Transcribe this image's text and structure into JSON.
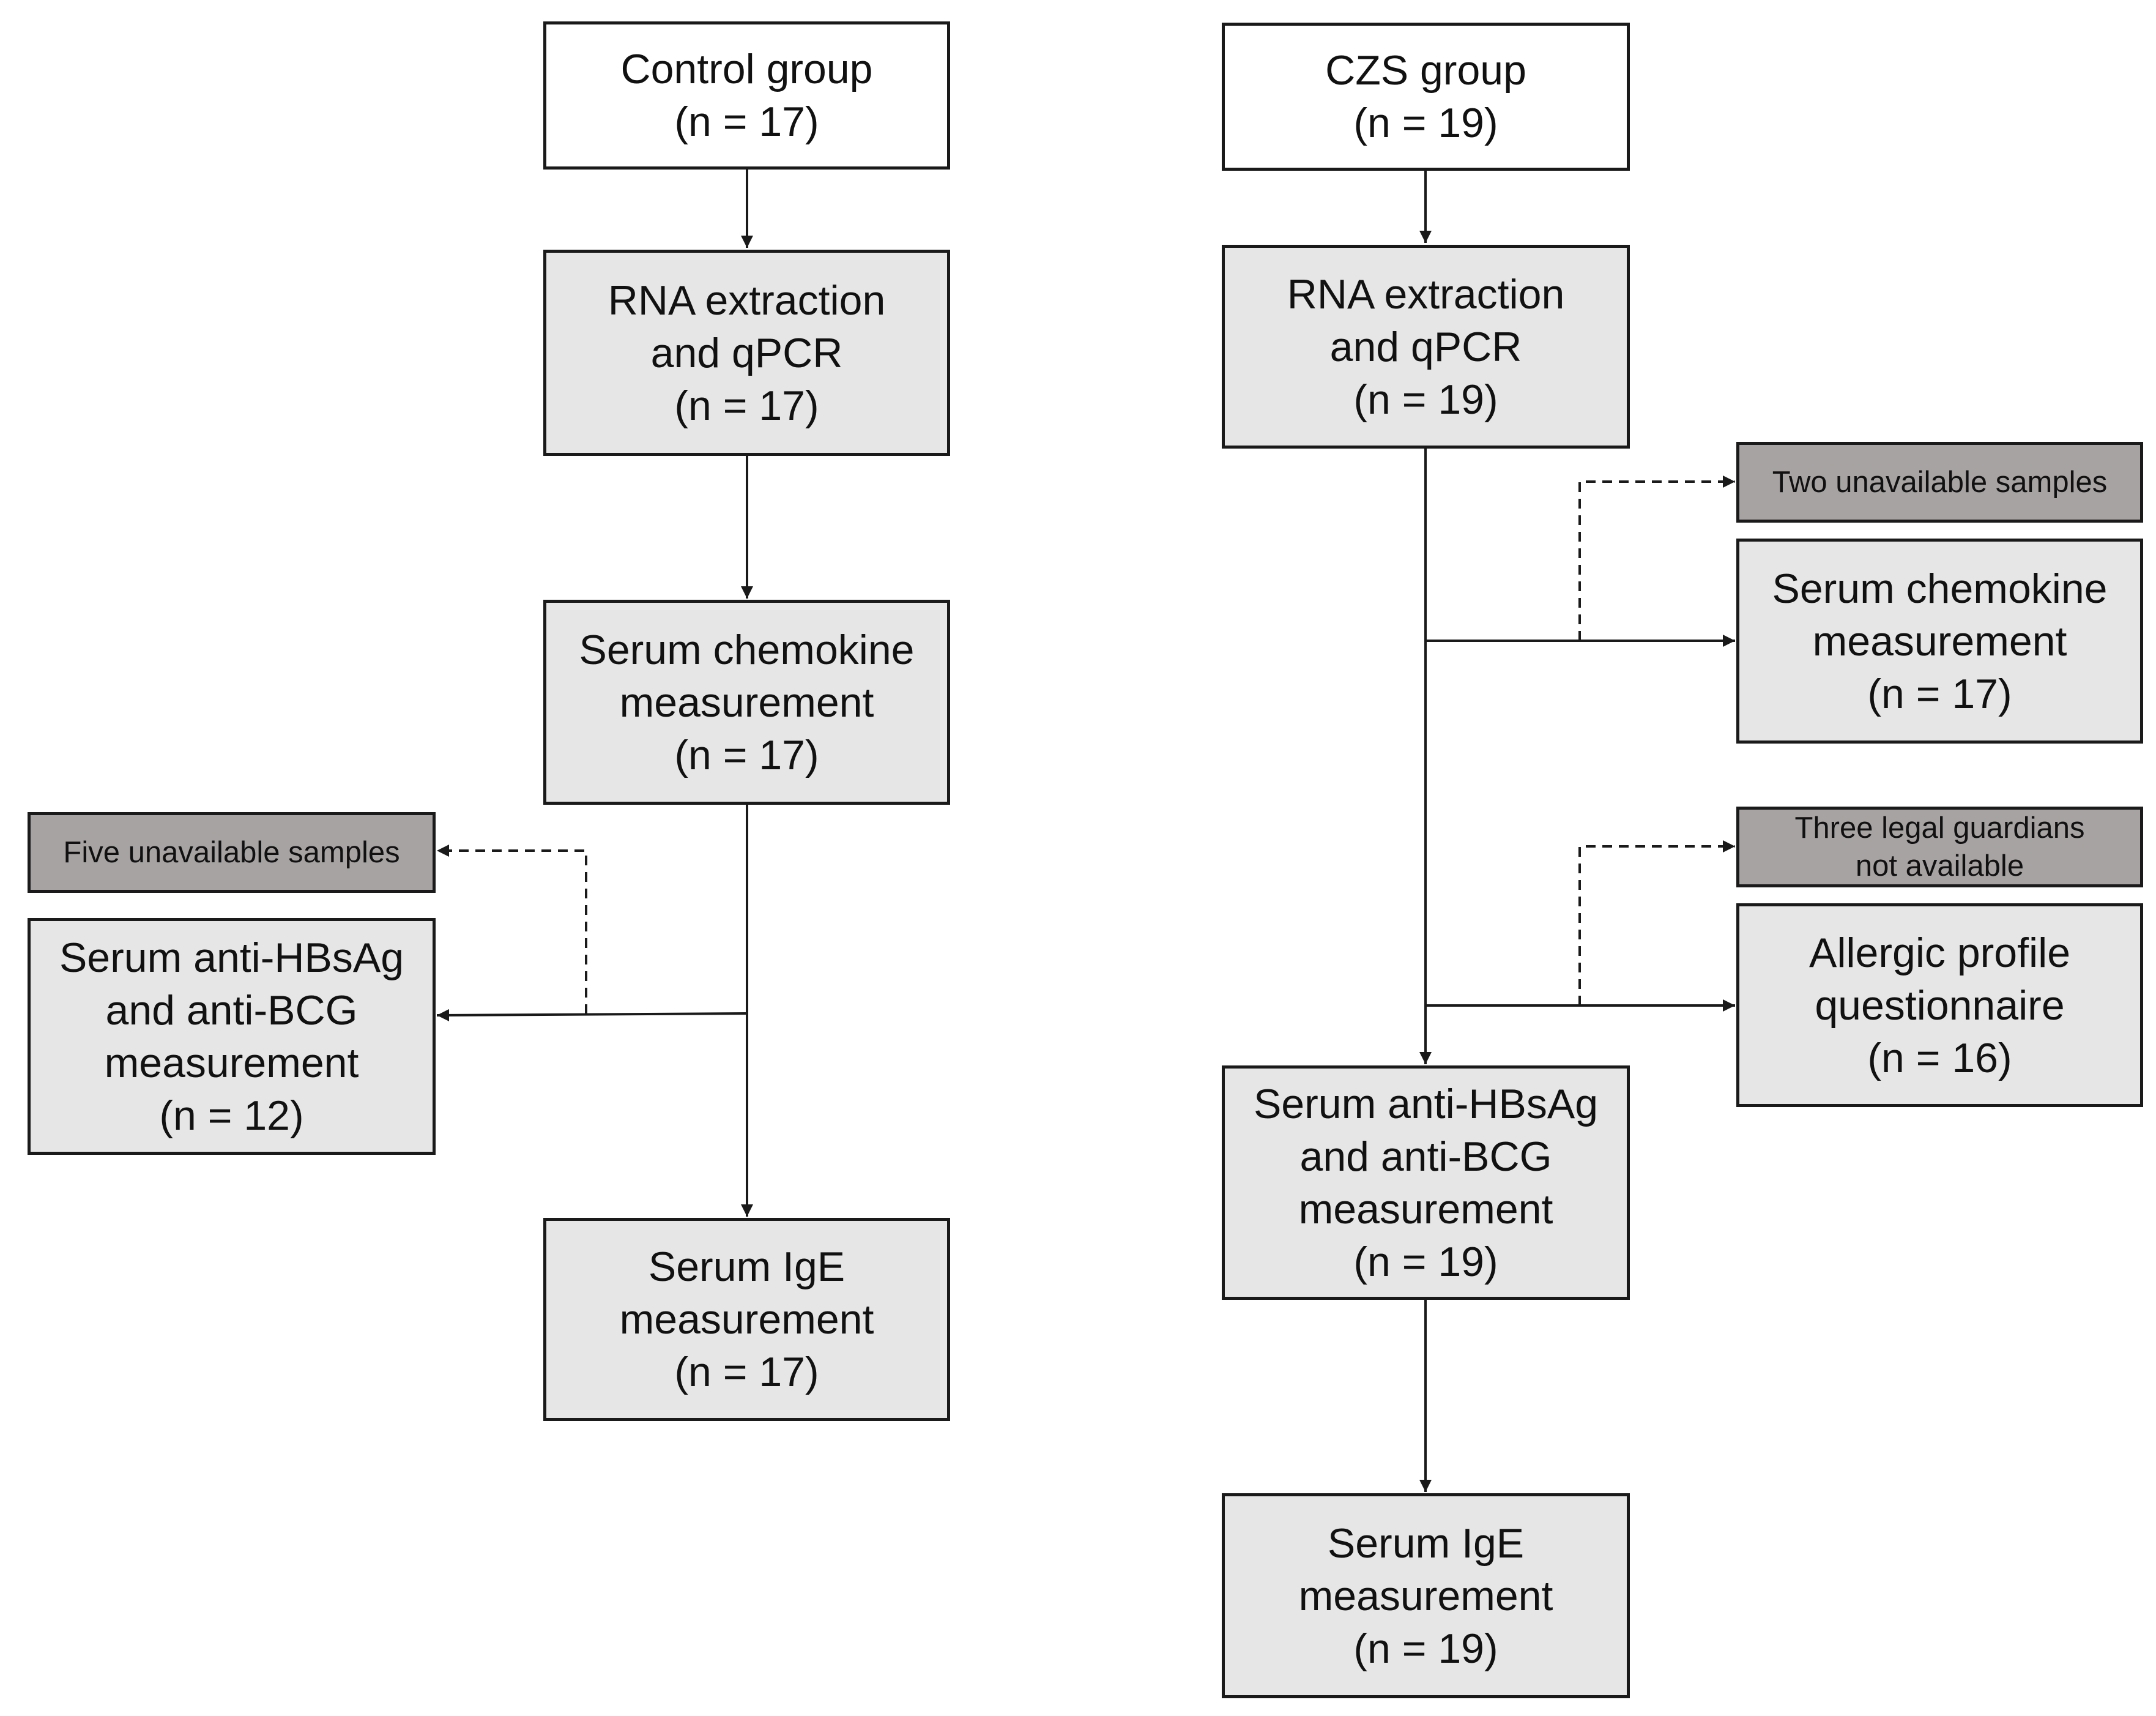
{
  "colors": {
    "white_box": "#ffffff",
    "light_box": "#e6e6e6",
    "dark_box": "#a7a3a3",
    "line": "#1a1a1a"
  },
  "control": {
    "group": [
      "Control group",
      "(n = 17)"
    ],
    "rna": [
      "RNA extraction",
      "and qPCR",
      "(n = 17)"
    ],
    "chemokine": [
      "Serum chemokine",
      "measurement",
      "(n = 17)"
    ],
    "excluded": [
      "Five unavailable samples"
    ],
    "antibody": [
      "Serum anti-HBsAg",
      "and anti-BCG",
      "measurement",
      "(n = 12)"
    ],
    "ige": [
      "Serum IgE",
      "measurement",
      "(n = 17)"
    ]
  },
  "czs": {
    "group": [
      "CZS group",
      "(n = 19)"
    ],
    "rna": [
      "RNA extraction",
      "and qPCR",
      "(n = 19)"
    ],
    "excluded_samples": [
      "Two unavailable samples"
    ],
    "chemokine": [
      "Serum chemokine",
      "measurement",
      "(n = 17)"
    ],
    "excluded_guardians": [
      "Three legal guardians",
      "not available"
    ],
    "allergic": [
      "Allergic profile",
      "questionnaire",
      "(n = 16)"
    ],
    "antibody": [
      "Serum anti-HBsAg",
      "and anti-BCG",
      "measurement",
      "(n = 19)"
    ],
    "ige": [
      "Serum IgE",
      "measurement",
      "(n = 19)"
    ]
  }
}
